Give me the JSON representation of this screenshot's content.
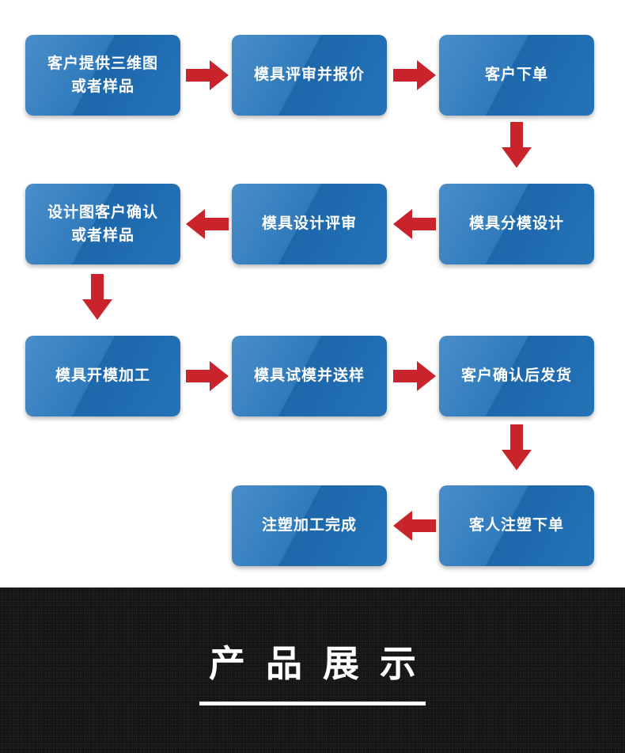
{
  "flow": {
    "row1": {
      "c1": "客户提供三维图\n或者样品",
      "c2": "模具评审并报价",
      "c3": "客户下单"
    },
    "row2": {
      "c1": "设计图客户确认\n或者样品",
      "c2": "模具设计评审",
      "c3": "模具分模设计"
    },
    "row3": {
      "c1": "模具开模加工",
      "c2": "模具试模并送样",
      "c3": "客户确认后发货"
    },
    "row4": {
      "c2": "注塑加工完成",
      "c3": "客人注塑下单"
    }
  },
  "banner": {
    "title": "产品展示"
  },
  "colors": {
    "box_blue": "#2573b7",
    "arrow_red": "#c9242b",
    "banner_bg": "#1b1b1b"
  }
}
